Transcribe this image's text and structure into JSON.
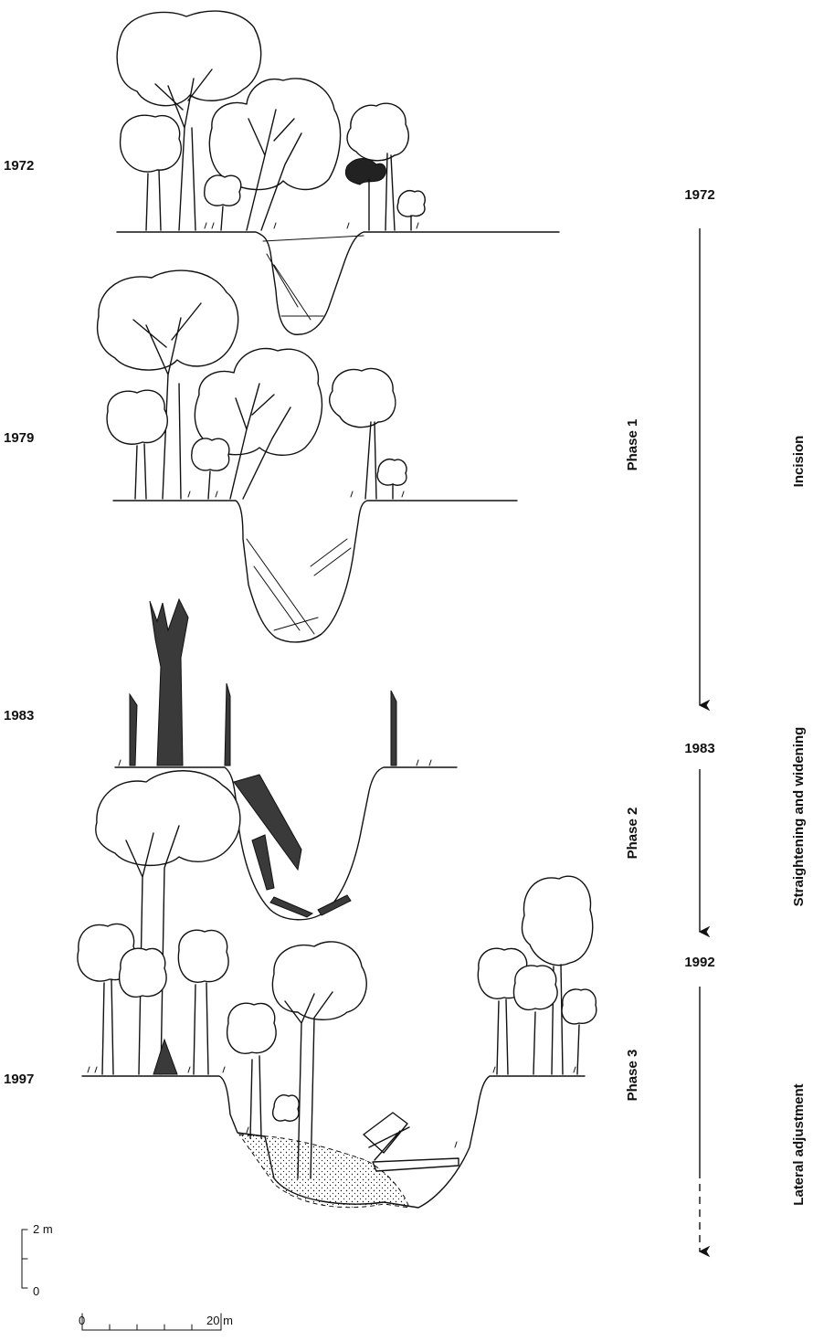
{
  "panels": [
    {
      "year": "1972"
    },
    {
      "year": "1979"
    },
    {
      "year": "1983"
    },
    {
      "year": "1997"
    }
  ],
  "timeline": {
    "years": [
      "1972",
      "1983",
      "1992"
    ],
    "phases": [
      "Phase 1",
      "Phase 2",
      "Phase 3"
    ],
    "processes": [
      "Incision",
      "Straightening and widening",
      "Lateral adjustment"
    ]
  },
  "scale": {
    "vertical_top": "2 m",
    "vertical_bottom": "0",
    "horizontal_left": "0",
    "horizontal_right": "20 m"
  }
}
